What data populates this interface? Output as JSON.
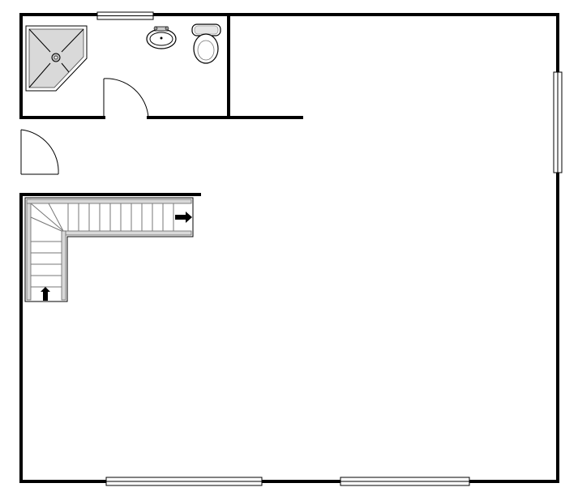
{
  "plan": {
    "title": "",
    "labels": [],
    "rooms": [
      "bathroom",
      "hall",
      "stairwell",
      "open-room"
    ],
    "fixtures": [
      "corner-shower",
      "sink",
      "toilet",
      "l-shaped-stair"
    ],
    "colors": {
      "wall": "#000000",
      "fixture_fill": "#d9d9d9",
      "background": "#ffffff"
    }
  }
}
